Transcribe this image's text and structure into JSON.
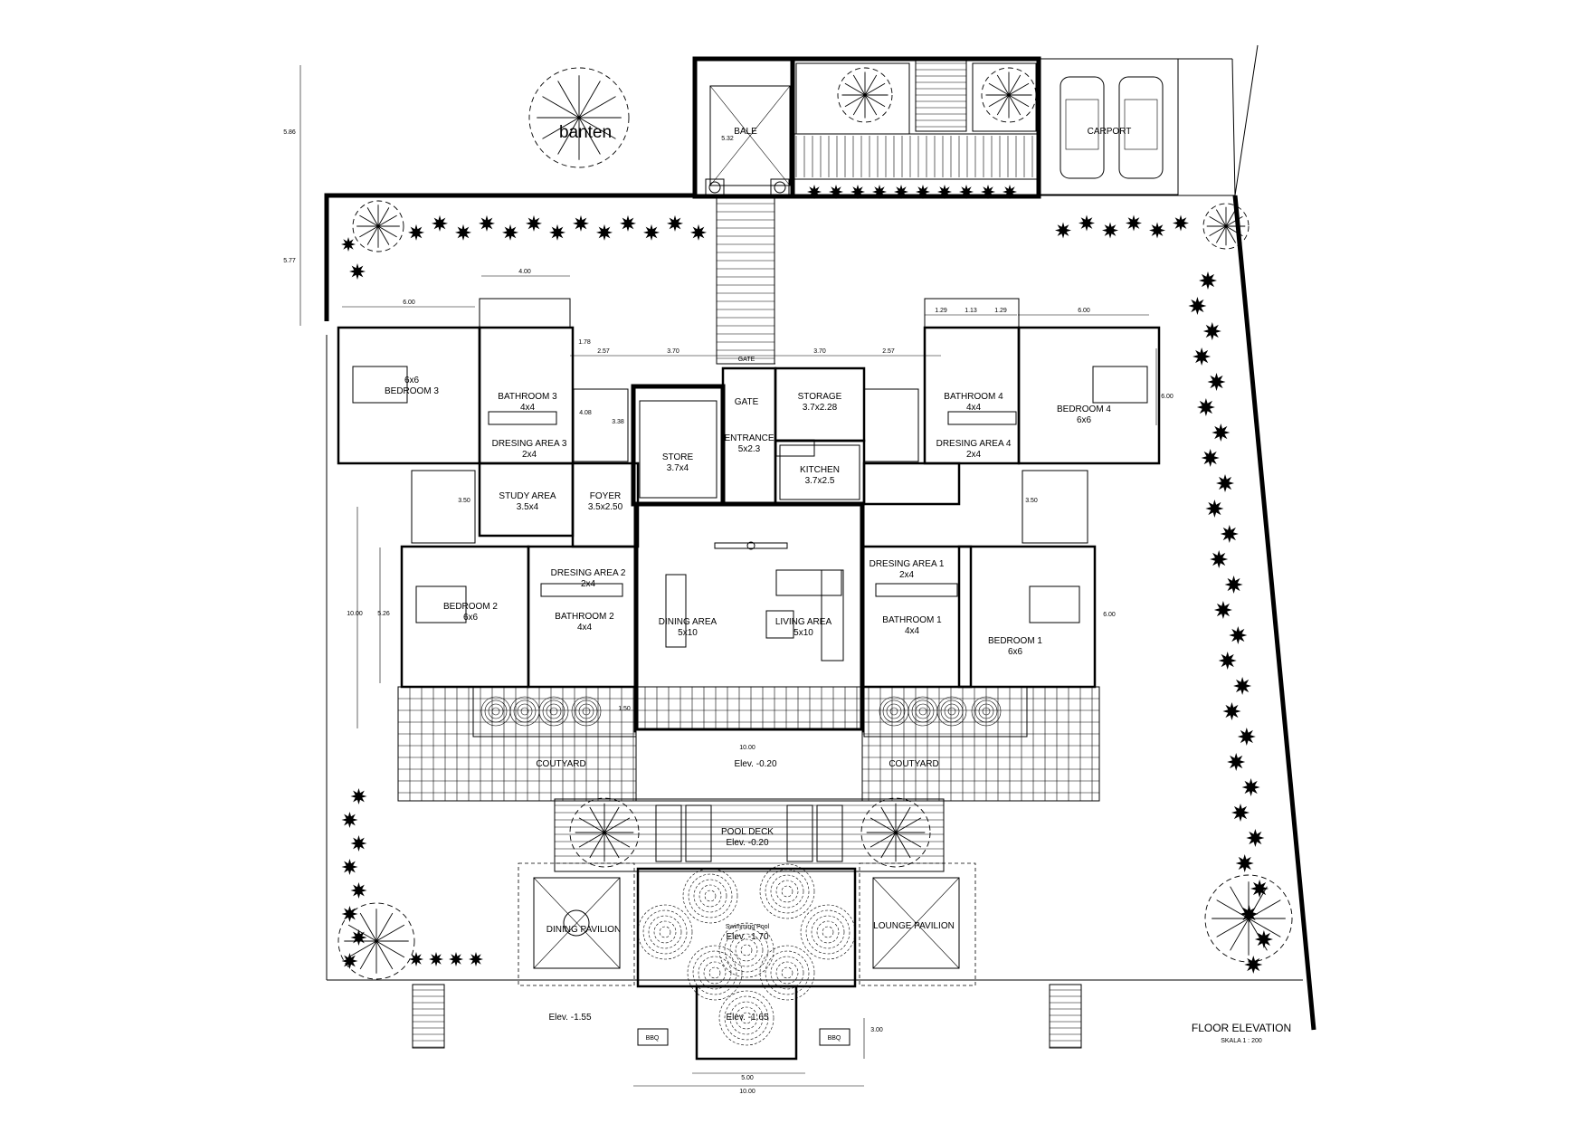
{
  "tree_label": "banten",
  "rooms": {
    "bale": "BALE",
    "carport": "CARPORT",
    "gate_top": "GATE",
    "gate": "GATE",
    "storage": {
      "name": "STORAGE",
      "size": "3.7x2.28"
    },
    "entrance": {
      "name": "ENTRANCE",
      "size": "5x2.3"
    },
    "store": {
      "name": "STORE",
      "size": "3.7x4"
    },
    "kitchen": {
      "name": "KITCHEN",
      "size": "3.7x2.5"
    },
    "bedroom3": {
      "name": "BEDROOM 3",
      "size": "6x6"
    },
    "bathroom3": {
      "name": "BATHROOM 3",
      "size": "4x4"
    },
    "dressing3": {
      "name": "DRESING AREA 3",
      "size": "2x4"
    },
    "study": {
      "name": "STUDY AREA",
      "size": "3.5x4"
    },
    "foyer": {
      "name": "FOYER",
      "size": "3.5x2.50"
    },
    "bedroom4": {
      "name": "BEDROOM 4",
      "size": "6x6"
    },
    "bathroom4": {
      "name": "BATHROOM 4",
      "size": "4x4"
    },
    "dressing4": {
      "name": "DRESING AREA 4",
      "size": "2x4"
    },
    "bedroom2": {
      "name": "BEDROOM 2",
      "size": "6x6"
    },
    "dressing2": {
      "name": "DRESING AREA 2",
      "size": "2x4"
    },
    "bathroom2": {
      "name": "BATHROOM 2",
      "size": "4x4"
    },
    "dining": {
      "name": "DINING AREA",
      "size": "5x10"
    },
    "living": {
      "name": "LIVING AREA",
      "size": "5x10"
    },
    "dressing1": {
      "name": "DRESING AREA 1",
      "size": "2x4"
    },
    "bathroom1": {
      "name": "BATHROOM 1",
      "size": "4x4"
    },
    "bedroom1": {
      "name": "BEDROOM 1",
      "size": "6x6"
    },
    "courtyard_left": "COUTYARD",
    "courtyard_right": "COUTYARD",
    "courtyard_elev": "Elev. -0.20",
    "pool_deck": {
      "name": "POOL DECK",
      "elev": "Elev. -0.20"
    },
    "dining_pavilion": "DINING PAVILION",
    "lounge_pavilion": "LOUNGE PAVILION",
    "swimming_pool": {
      "name": "Swimming Pool",
      "elev": "Elev. -1.70"
    },
    "pool_lower_elev": "Elev. -1.65",
    "site_elev": "Elev. -1.55",
    "bbq_left": "BBQ",
    "bbq_right": "BBQ"
  },
  "dimensions": {
    "d586": "5.86",
    "d577": "5.77",
    "d532": "5.32",
    "d400": "4.00",
    "d600_left": "6.00",
    "d600_right": "6.00",
    "d129a": "1.29",
    "d113": "1.13",
    "d129b": "1.29",
    "d178": "1.78",
    "d257_left": "2.57",
    "d370_left": "3.70",
    "d370_right": "3.70",
    "d257_right": "2.57",
    "d408": "4.08",
    "d338": "3.38",
    "d350_left": "3.50",
    "d350_right": "3.50",
    "d1000_left": "10.00",
    "d526": "5.26",
    "d600_b1": "6.00",
    "d600_b4": "6.00",
    "d150": "1.50",
    "d1000_mid": "10.00",
    "d300": "3.00",
    "d500": "5.00",
    "d1000_bottom": "10.00"
  },
  "title": {
    "main": "FLOOR ELEVATION",
    "scale": "SKALA 1 : 200"
  }
}
